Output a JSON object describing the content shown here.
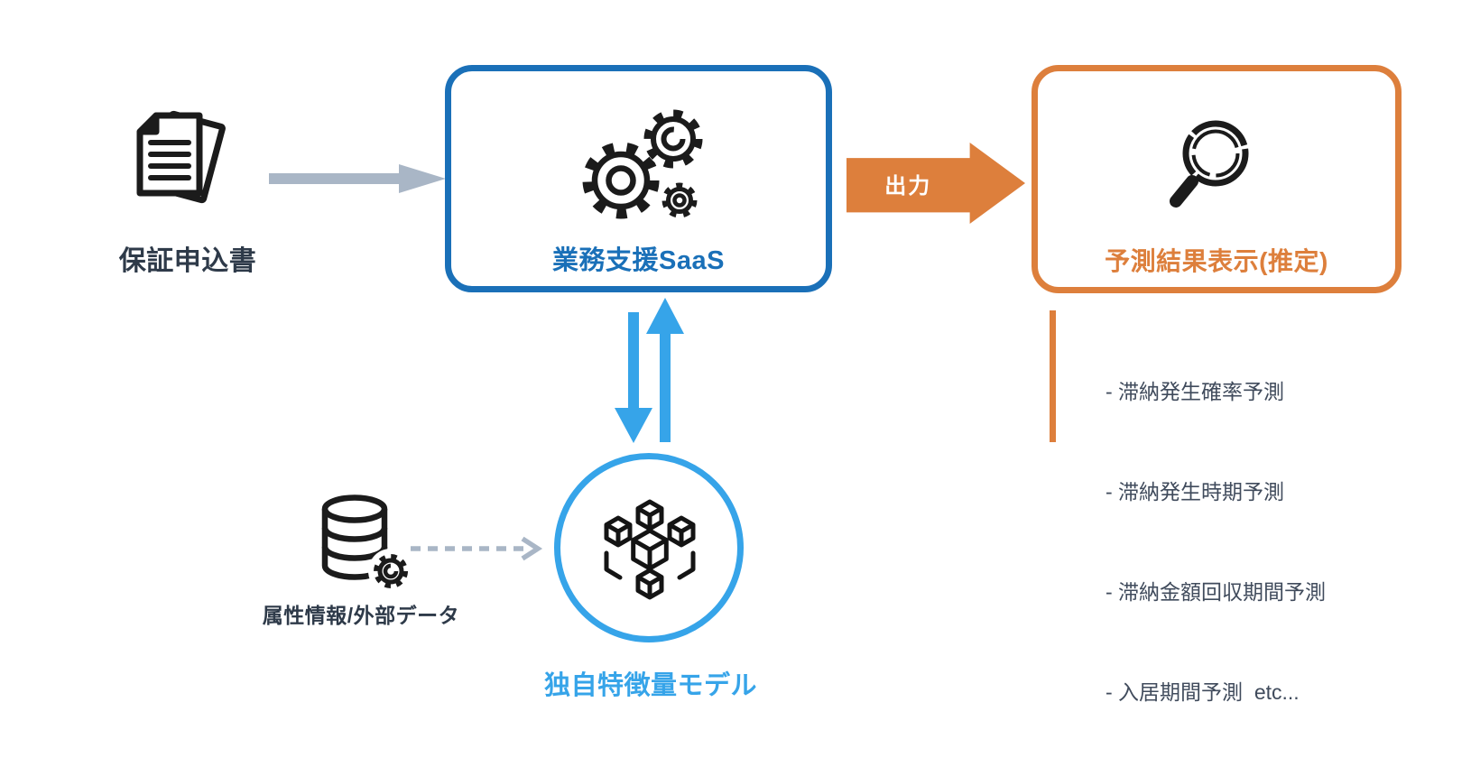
{
  "colors": {
    "blue": "#1a70b8",
    "light_blue": "#36a4e9",
    "orange": "#dd7f3c",
    "gray_arrow": "#a9b6c6",
    "dark_text": "#2e3a49",
    "list_text": "#404b5c"
  },
  "nodes": {
    "application": {
      "label": "保証申込書",
      "icon": "documents-icon"
    },
    "saas": {
      "label": "業務支援SaaS",
      "icon": "gears-icon"
    },
    "result": {
      "label": "予測結果表示(推定)",
      "icon": "magnifier-icon"
    },
    "model": {
      "label": "独自特徴量モデル",
      "icon": "cubes-icon"
    },
    "data_source": {
      "label": "属性情報/外部データ",
      "icon": "database-gear-icon"
    }
  },
  "arrows": {
    "output": {
      "label": "出力"
    }
  },
  "result_list": {
    "items": [
      "- 滞納発生確率予測",
      "- 滞納発生時期予測",
      "- 滞納金額回収期間予測",
      "- 入居期間予測  etc..."
    ]
  }
}
